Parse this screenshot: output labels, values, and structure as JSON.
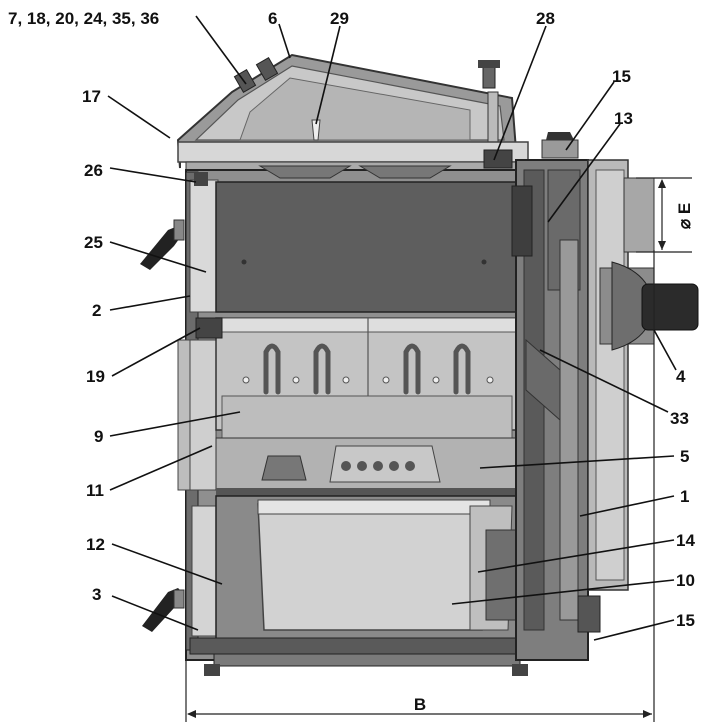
{
  "labels": {
    "top_group": "7, 18, 20, 24, 35, 36",
    "l6": "6",
    "l29": "29",
    "l28": "28",
    "l15_top": "15",
    "l13": "13",
    "l17": "17",
    "l26": "26",
    "l25": "25",
    "l2": "2",
    "l19": "19",
    "l9": "9",
    "l11": "11",
    "l12": "12",
    "l3": "3",
    "l4": "4",
    "l33": "33",
    "l5": "5",
    "l1": "1",
    "l14": "14",
    "l10": "10",
    "l15_bottom": "15"
  },
  "dimensions": {
    "width_label": "B",
    "flue_label": "⌀ E"
  }
}
